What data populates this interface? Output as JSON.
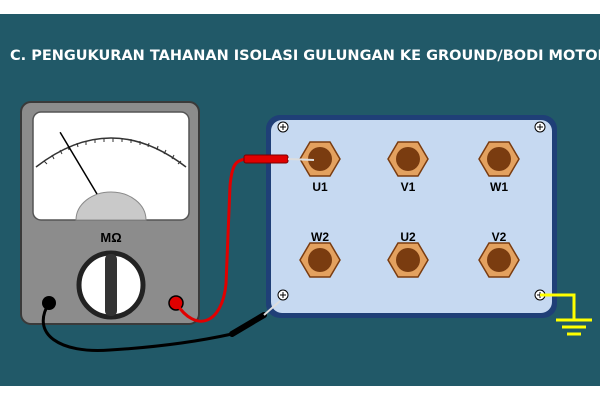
{
  "slide": {
    "title": "C. PENGUKURAN TAHANAN ISOLASI GULUNGAN KE GROUND/BODI MOTOR"
  },
  "meter": {
    "unit_label": "MΩ",
    "needle_value_fraction": 0.22
  },
  "terminal_box": {
    "terminals": [
      {
        "label": "U1"
      },
      {
        "label": "V1"
      },
      {
        "label": "W1"
      },
      {
        "label": "W2"
      },
      {
        "label": "U2"
      },
      {
        "label": "V2"
      }
    ]
  },
  "colors": {
    "background": "#215968",
    "meter_body": "#8c8c8c",
    "terminal_box": "#c6d9f1",
    "terminal_nut": "#e3a15f",
    "red_lead": "#e00000",
    "black_lead": "#000000",
    "ground": "#ffff00"
  }
}
